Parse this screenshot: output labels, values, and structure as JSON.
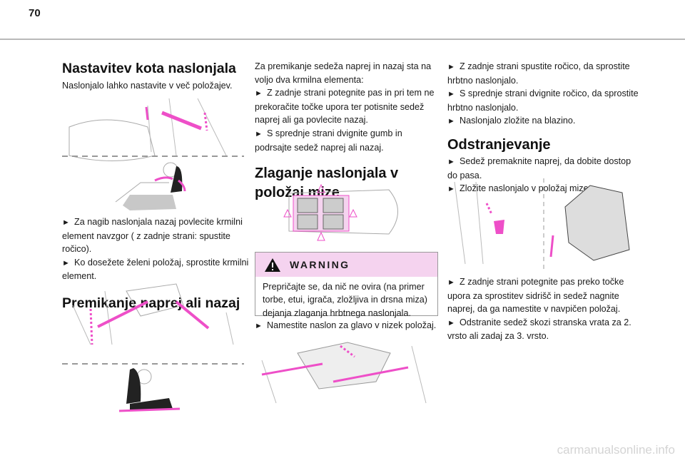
{
  "page_number": "70",
  "col1": {
    "title": "Nastavitev kota naslonjala",
    "intro": "Naslonjalo lahko nastavite v več položajev.",
    "steps": [
      "Za nagib naslonjala nazaj povlecite krmilni element navzgor ( z zadnje strani: spustite ročico).",
      "Ko dosežete želeni položaj, sprostite krmilni element."
    ],
    "title2": "Premikanje naprej ali nazaj"
  },
  "col2": {
    "intro": "Za premikanje sedeža naprej in nazaj sta na voljo dva krmilna elementa:",
    "steps": [
      "Z zadnje strani potegnite pas in pri tem ne prekoračite točke upora ter potisnite sedež naprej ali ga povlecite nazaj.",
      "S sprednje strani dvignite gumb in podrsajte sedež naprej ali nazaj."
    ],
    "title": "Zlaganje naslonjala v položaj mize",
    "warning": {
      "label": "WARNING",
      "text": "Prepričajte se, da nič ne ovira (na primer torbe, etui, igrača, zložljiva in drsna miza) dejanja zlaganja hrbtnega naslonjala."
    },
    "step_after": "Namestite naslon za glavo v nizek položaj."
  },
  "col3": {
    "steps": [
      "Z zadnje strani spustite ročico, da sprostite hrbtno naslonjalo.",
      "S sprednje strani dvignite ročico, da sprostite hrbtno naslonjalo.",
      "Naslonjalo zložite na blazino."
    ],
    "title": "Odstranjevanje",
    "steps2": [
      "Sedež premaknite naprej, da dobite dostop do pasa.",
      "Zložite naslonjalo v položaj mize."
    ],
    "steps3": [
      "Z zadnje strani potegnite pas preko točke upora za sprostitev sidrišč in sedež nagnite naprej, da ga namestite v navpičen položaj.",
      "Odstranite sedež skozi stranska vrata za 2. vrsto ali zadaj za 3. vrsto."
    ]
  },
  "footer_watermark": "carmanualsonline.info",
  "colors": {
    "accent": "#ee4fc8",
    "warning_bg": "#f5d3ef"
  }
}
